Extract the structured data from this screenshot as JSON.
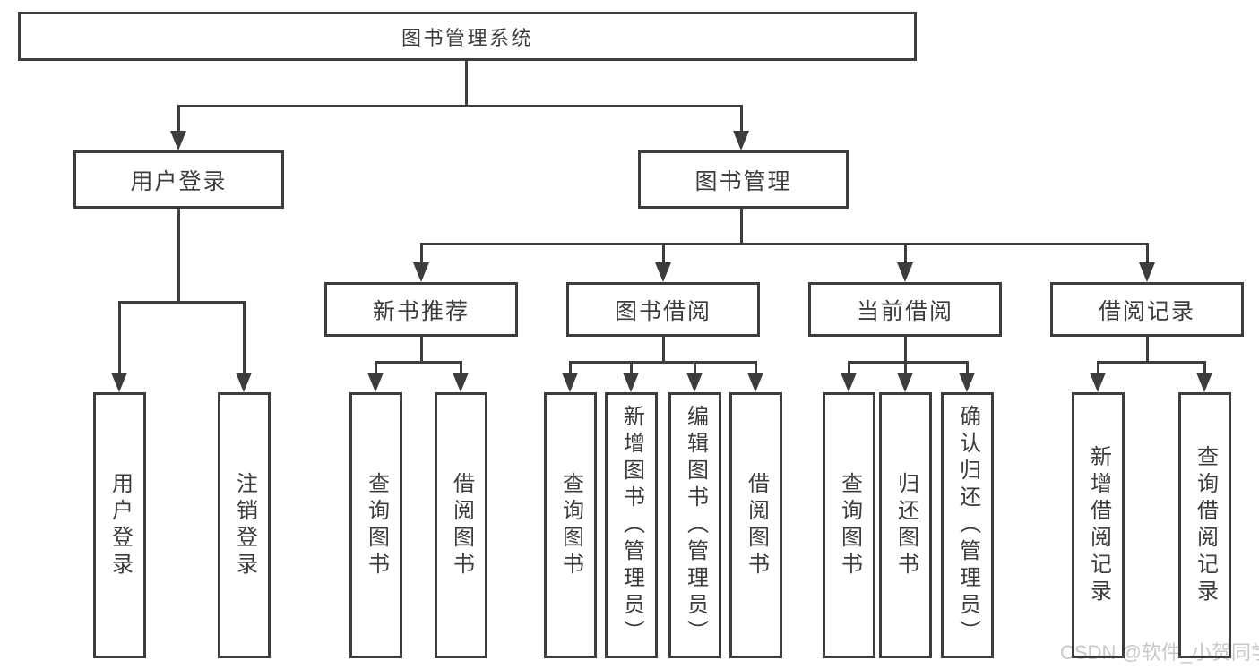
{
  "colors": {
    "line": "#3d3d3d",
    "text": "#3c3c3c",
    "watermark": "#c8c8c8",
    "background": "#ffffff"
  },
  "diagram": {
    "root": {
      "label": "图书管理系统"
    },
    "branches": [
      {
        "label": "用户登录"
      },
      {
        "label": "图书管理"
      }
    ],
    "modules": [
      {
        "label": "新书推荐"
      },
      {
        "label": "图书借阅"
      },
      {
        "label": "当前借阅"
      },
      {
        "label": "借阅记录"
      }
    ],
    "leaves": [
      {
        "label": "用户登录"
      },
      {
        "label": "注销登录"
      },
      {
        "label": "查询图书"
      },
      {
        "label": "借阅图书"
      },
      {
        "label": "查询图书"
      },
      {
        "label": "新增图书（管理员）"
      },
      {
        "label": "编辑图书（管理员）"
      },
      {
        "label": "借阅图书"
      },
      {
        "label": "查询图书"
      },
      {
        "label": "归还图书"
      },
      {
        "label": "确认归还（管理员）"
      },
      {
        "label": "新增借阅记录"
      },
      {
        "label": "查询借阅记录"
      }
    ]
  },
  "watermark": {
    "text": "CSDN @软件_小贺同学"
  }
}
